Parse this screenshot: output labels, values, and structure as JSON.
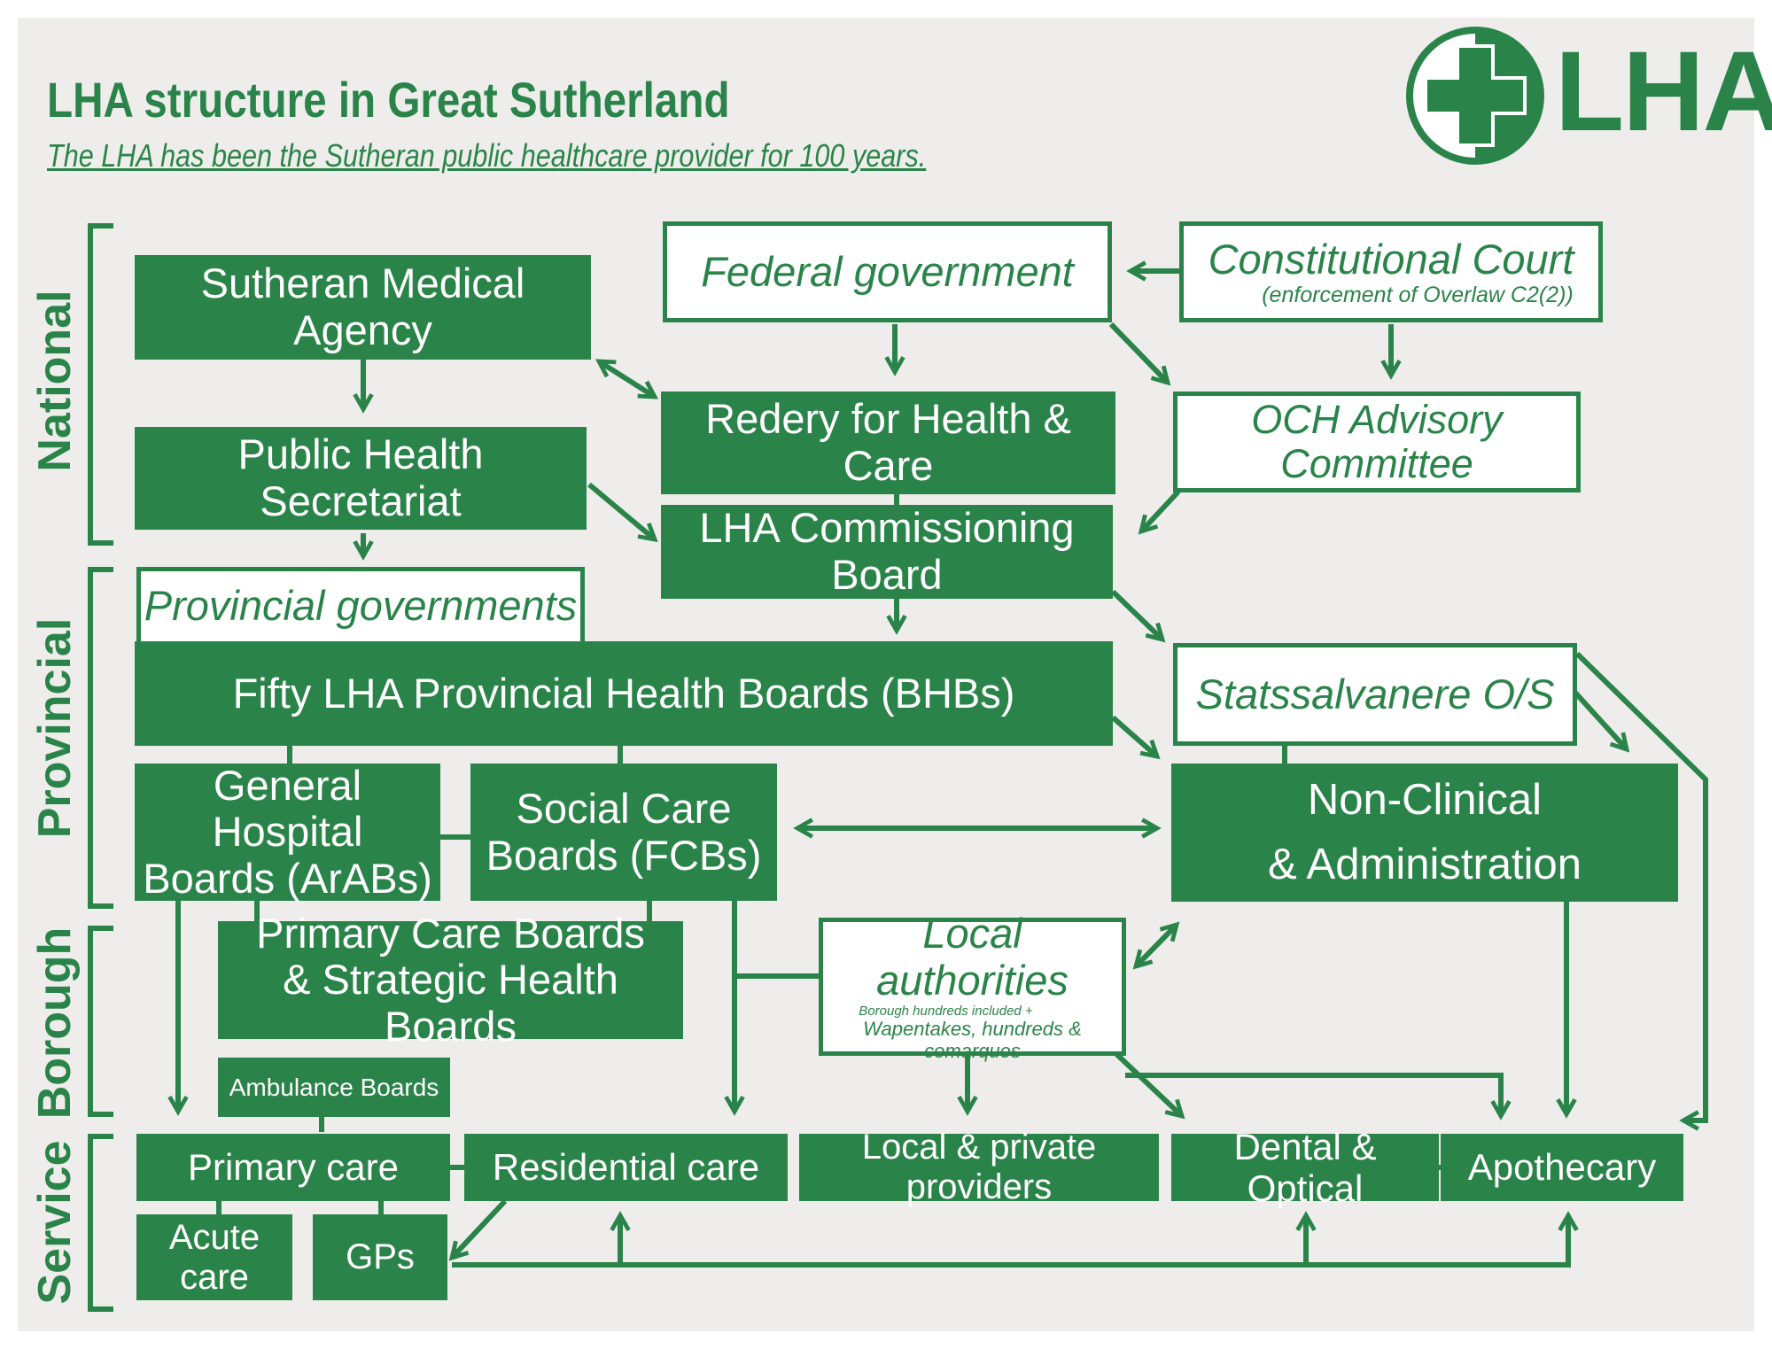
{
  "header": {
    "title": "LHA structure in Great Sutherland",
    "subtitle": "The LHA has been the Sutheran public healthcare provider for 100 years."
  },
  "logo": {
    "text": "LHA",
    "icon": "green-cross-icon"
  },
  "tiers": {
    "national": "National",
    "provincial": "Provincial",
    "borough": "Borough",
    "service": "Service"
  },
  "nodes": {
    "sutheran_medical_agency": "Sutheran Medical Agency",
    "public_health_secretariat": "Public Health Secretariat",
    "federal_government": "Federal government",
    "constitutional_court": "Constitutional Court",
    "constitutional_court_note": "(enforcement of Overlaw C2(2))",
    "redery": "Redery for Health & Care",
    "och_advisory": "OCH Advisory Committee",
    "commissioning_board": "LHA Commissioning Board",
    "provincial_governments": "Provincial governments",
    "bhbs": "Fifty LHA Provincial Health Boards (BHBs)",
    "statssalvanere": "Statssalvanere O/S",
    "arabs_line1": "General Hospital",
    "arabs_line2": "Boards (ArABs)",
    "fcbs_line1": "Social Care",
    "fcbs_line2": "Boards (FCBs)",
    "non_clinical_line1": "Non-Clinical",
    "non_clinical_line2": "& Administration",
    "primary_boards_line1": "Primary Care Boards",
    "primary_boards_line2": "& Strategic Health Boards",
    "local_authorities": "Local authorities",
    "local_authorities_note1": "Borough hundreds included +",
    "local_authorities_note2": "Wapentakes, hundreds & comarques",
    "ambulance_boards": "Ambulance Boards",
    "primary_care": "Primary care",
    "residential_care": "Residential care",
    "local_private": "Local & private providers",
    "dental_optical": "Dental & Optical",
    "apothecary": "Apothecary",
    "acute_care": "Acute care",
    "gps": "GPs"
  },
  "colors": {
    "brand_green": "#2a8449",
    "background": "#eeedeb"
  }
}
